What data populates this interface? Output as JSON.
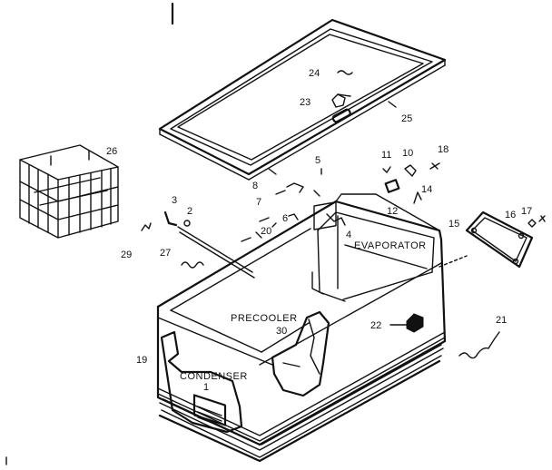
{
  "labels": {
    "evaporator": "EVAPORATOR",
    "precooler": "PRECOOLER",
    "condenser": "CONDENSER"
  },
  "callouts": {
    "n1": "1",
    "n2": "2",
    "n3": "3",
    "n4": "4",
    "n5": "5",
    "n6": "6",
    "n7": "7",
    "n8": "8",
    "n10": "10",
    "n11": "11",
    "n12": "12",
    "n14": "14",
    "n15": "15",
    "n16": "16",
    "n17": "17",
    "n18": "18",
    "n19": "19",
    "n20": "20",
    "n21": "21",
    "n22": "22",
    "n23": "23",
    "n24": "24",
    "n25": "25",
    "n26": "26",
    "n27": "27",
    "n29": "29",
    "n30": "30"
  },
  "colors": {
    "ink": "#111111",
    "paper": "#ffffff"
  }
}
